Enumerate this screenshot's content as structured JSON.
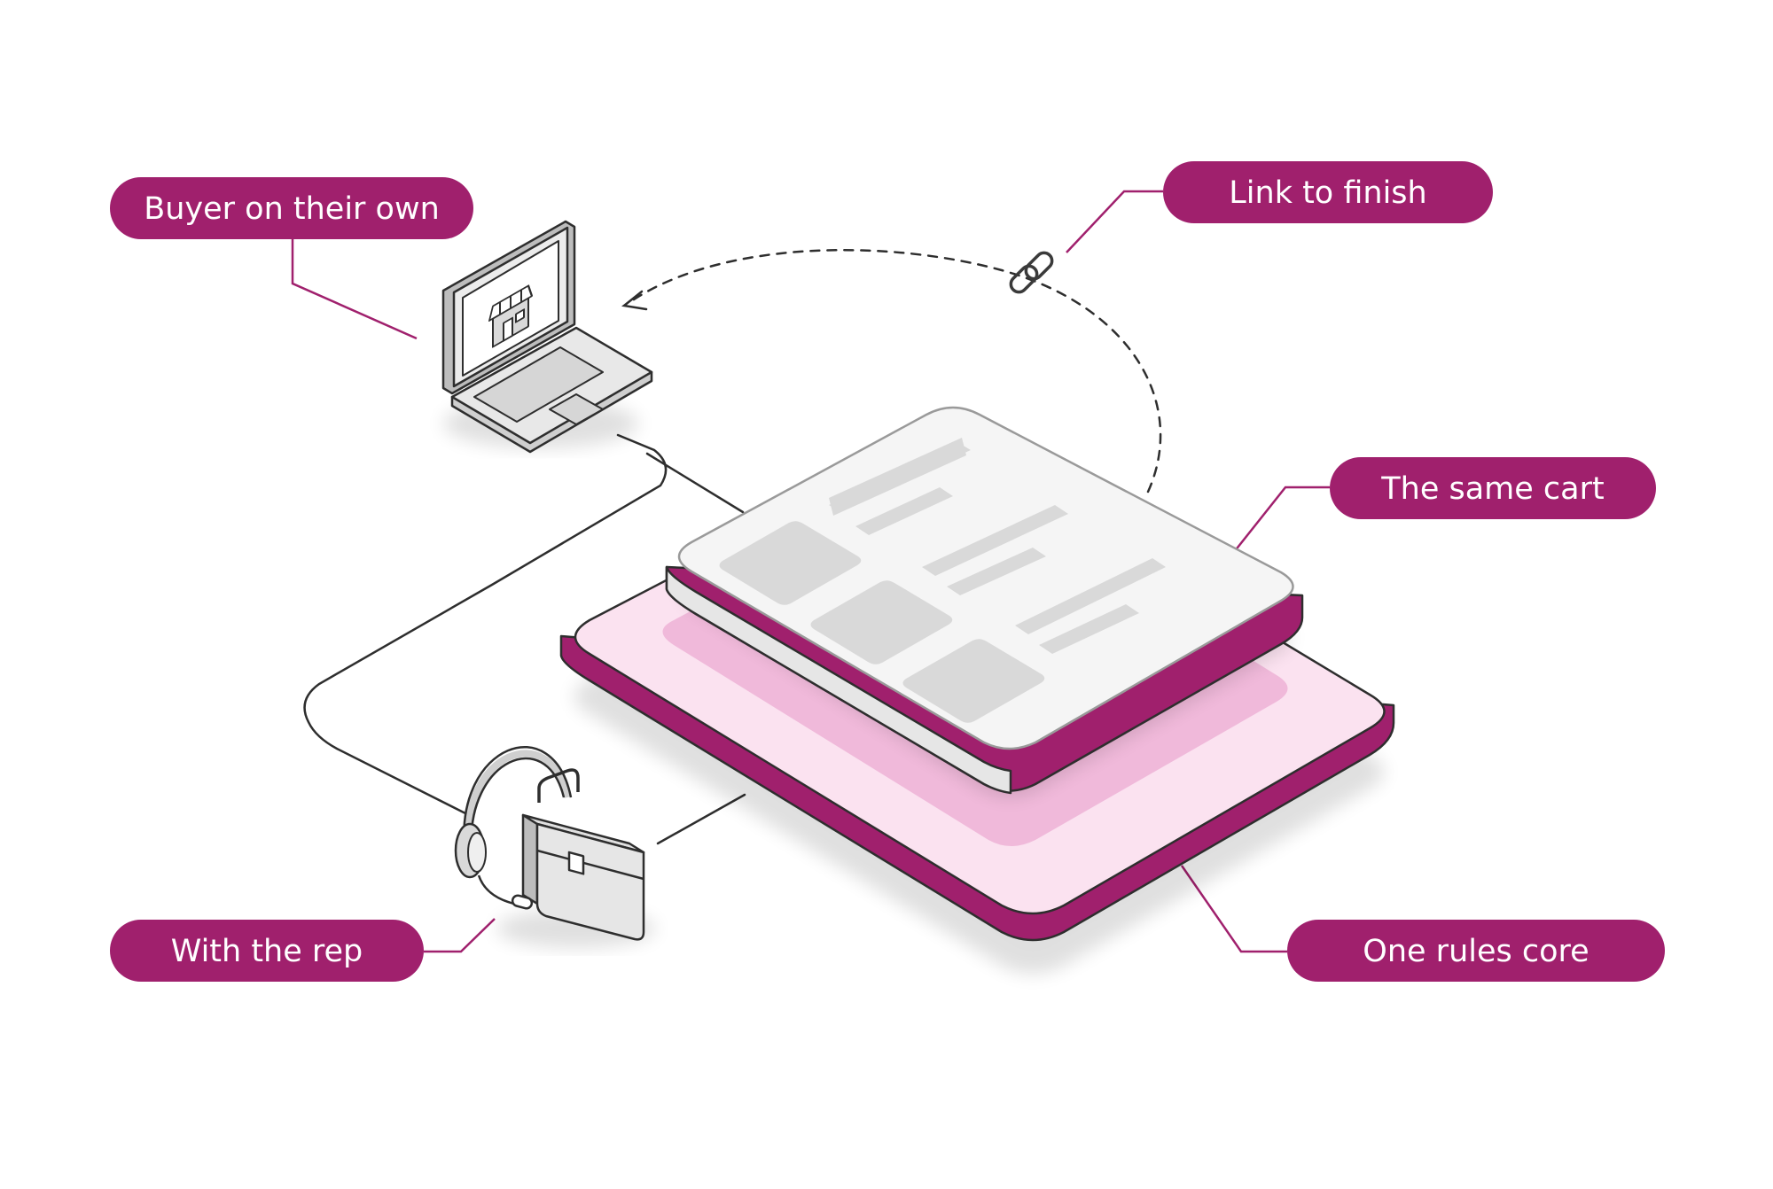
{
  "labels": {
    "buyer": "Buyer on their own",
    "link": "Link to finish",
    "cart": "The same cart",
    "rep": "With the rep",
    "core": "One rules core"
  },
  "colors": {
    "accent": "#a0206d",
    "pill_text": "#ffffff",
    "base_top": "#fbe2f0",
    "base_inner": "#f0b9da",
    "card_top": "#f5f5f5",
    "placeholder": "#d9d9d9",
    "line": "#2e2e2e"
  },
  "icons": {
    "device": "laptop-storefront-icon",
    "link": "chain-link-icon",
    "rep": "headset-briefcase-icon"
  }
}
